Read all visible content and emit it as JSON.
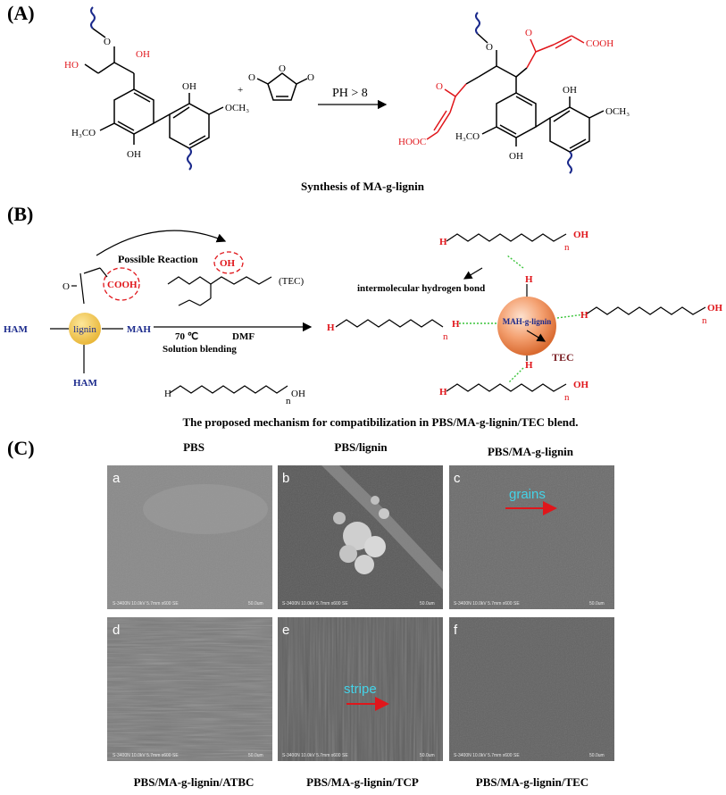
{
  "panelA": {
    "label": "(A)",
    "caption": "Synthesis of MA-g-lignin",
    "condition": "PH > 8",
    "groups": {
      "oh": "OH",
      "ho": "HO",
      "och3": "OCH₃",
      "h3co": "H₃CO",
      "h3co_prod": "H₃CO",
      "cooh": "COOH",
      "hooc": "HOOC",
      "plus": "+"
    }
  },
  "panelB": {
    "label": "(B)",
    "caption": "The proposed mechanism for compatibilization  in PBS/MA-g-lignin/TEC blend.",
    "possible_reaction": "Possible Reaction",
    "cooh": "COOH",
    "oh": "OH",
    "tec": "(TEC)",
    "cond_temp": "70 ℃",
    "cond_solvent": "DMF",
    "cond_method": "Solution blending",
    "lignin": "lignin",
    "ham": "HAM",
    "mah": "MAH",
    "hbond": "intermolecular hydrogen bond",
    "mah_lignin": "MAH-g-lignin",
    "tec_label": "TEC",
    "h": "H",
    "oh_end": "OH",
    "n": "n"
  },
  "panelC": {
    "label": "(C)",
    "tiles": [
      {
        "letter": "a",
        "top_label": "PBS",
        "bottom_label": ""
      },
      {
        "letter": "b",
        "top_label": "PBS/lignin",
        "bottom_label": ""
      },
      {
        "letter": "c",
        "top_label": "PBS/MA-g-lignin",
        "bottom_label": "",
        "annotation": "grains"
      },
      {
        "letter": "d",
        "top_label": "",
        "bottom_label": "PBS/MA-g-lignin/ATBC"
      },
      {
        "letter": "e",
        "top_label": "",
        "bottom_label": "PBS/MA-g-lignin/TCP",
        "annotation": "stripe"
      },
      {
        "letter": "f",
        "top_label": "",
        "bottom_label": "PBS/MA-g-lignin/TEC"
      }
    ],
    "sem_info": "S-3400N 10.0kV 5.7mm x600 SE",
    "scale": "50.0um"
  }
}
